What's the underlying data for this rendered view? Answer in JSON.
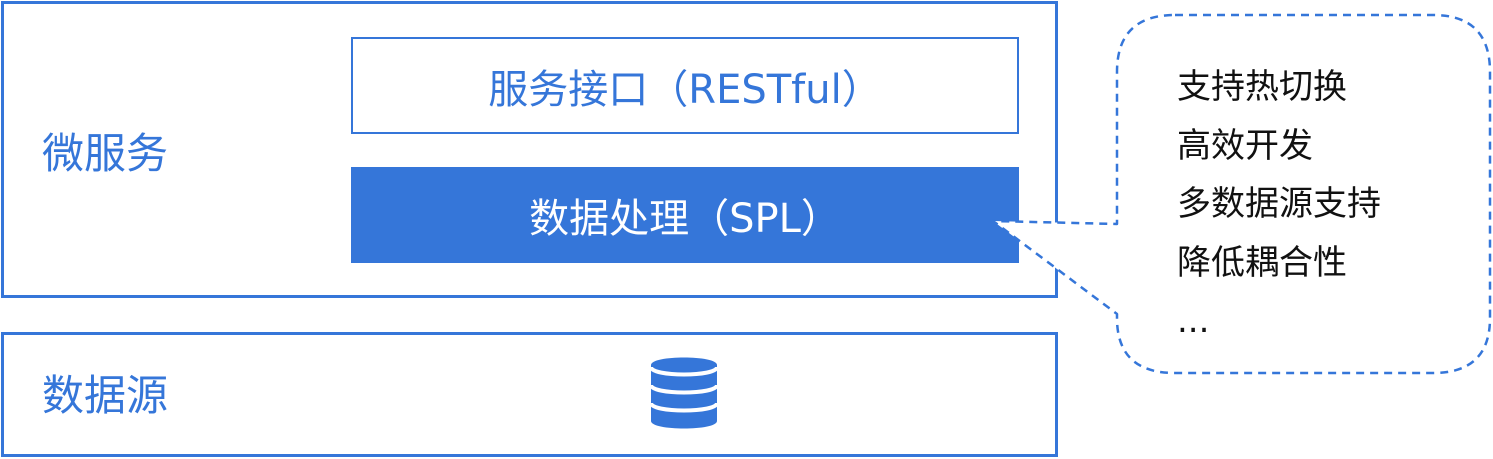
{
  "microservice": {
    "label": "微服务",
    "api_layer": "服务接口（RESTful）",
    "processing_layer": "数据处理（SPL）"
  },
  "datasource": {
    "label": "数据源",
    "icon": "database-icon"
  },
  "callout": {
    "items": [
      "支持热切换",
      "高效开发",
      "多数据源支持",
      "降低耦合性",
      "..."
    ]
  },
  "colors": {
    "accent": "#3576d9",
    "text": "#111111",
    "background": "#ffffff"
  }
}
